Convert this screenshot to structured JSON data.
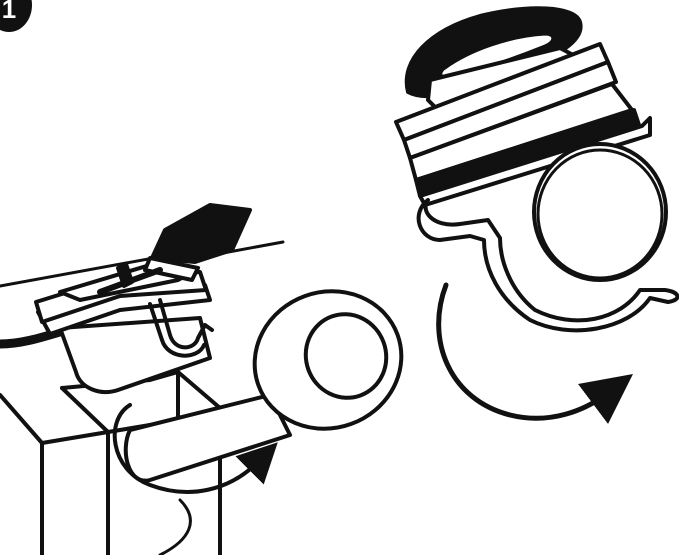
{
  "step": {
    "number": "1"
  },
  "colors": {
    "ink": "#111111",
    "paper": "#ffffff"
  },
  "icons": {
    "step_badge": "step-number-badge",
    "clip_assembly": "clip-assembly-illustration",
    "stem_assembly": "stem-cap-illustration",
    "rotation_arrow": "curved-rotation-arrow-icon"
  }
}
